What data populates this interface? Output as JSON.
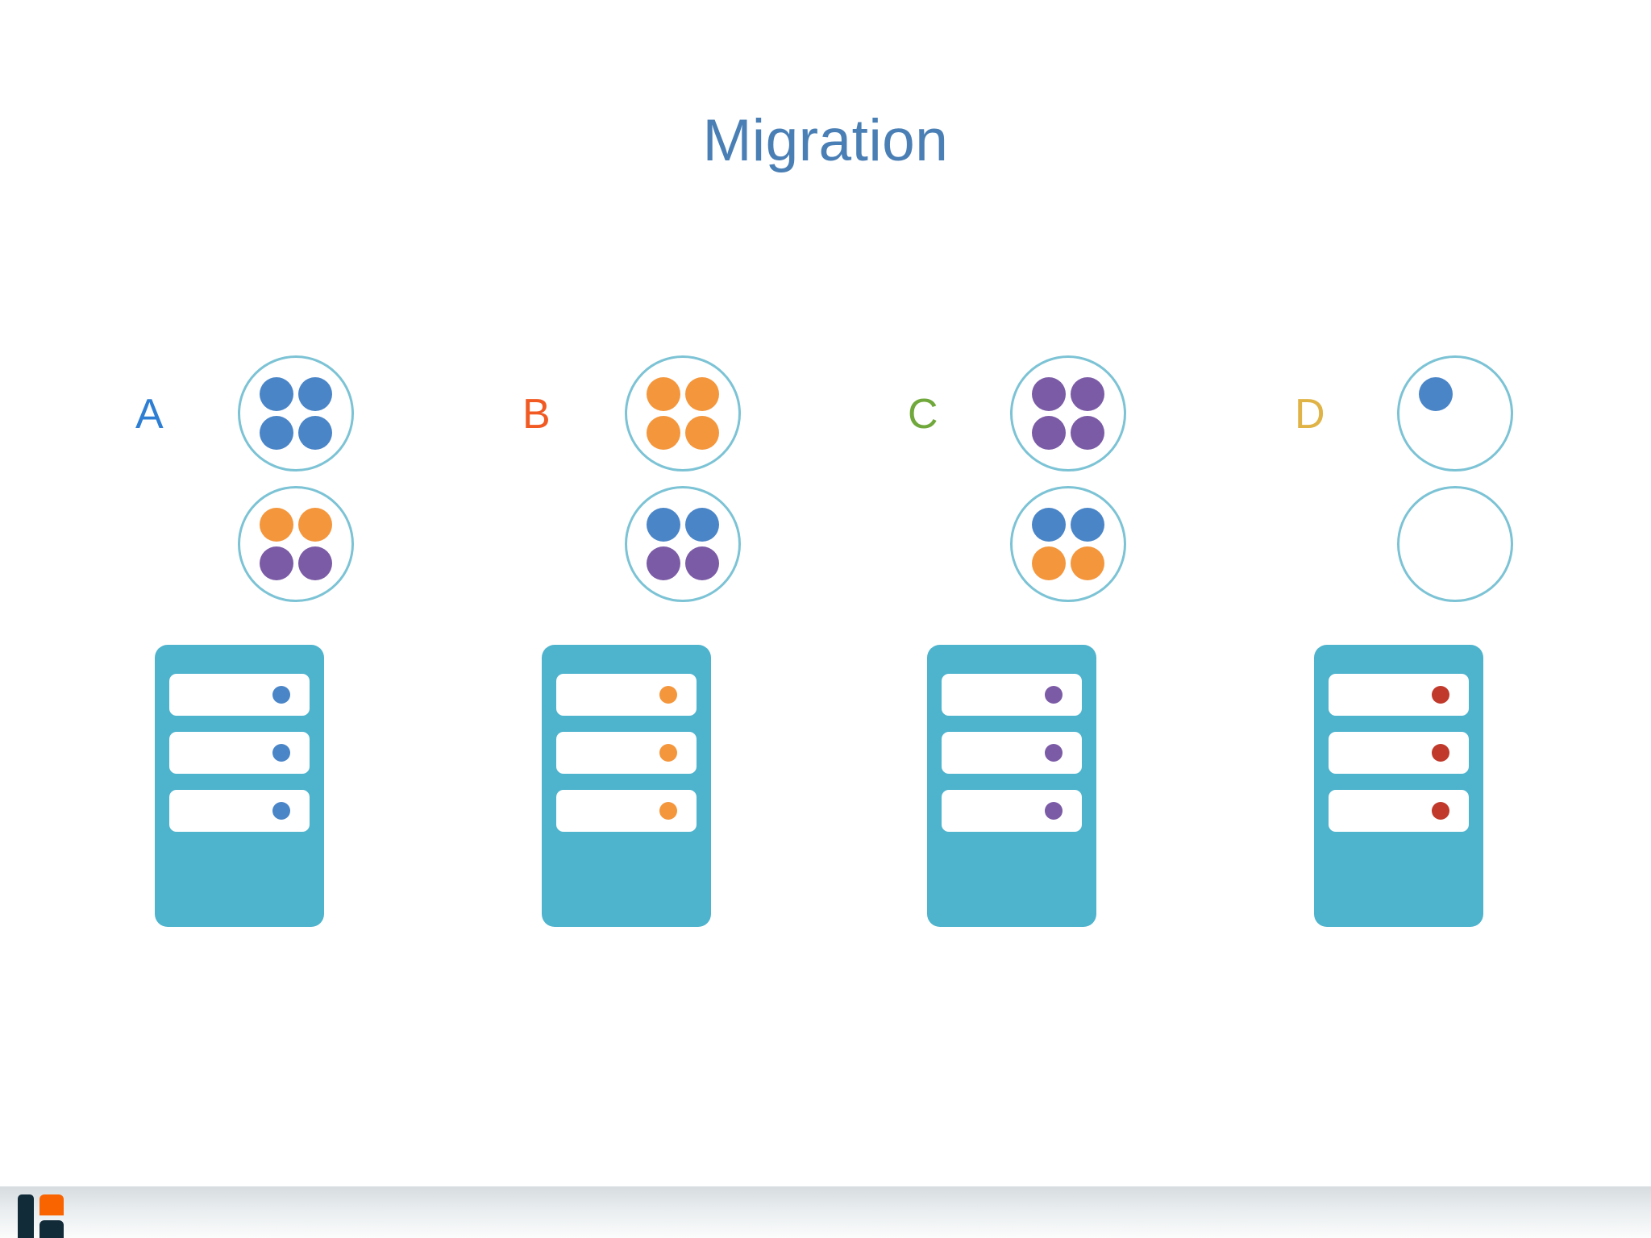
{
  "slide": {
    "title": "Migration",
    "title_color": "#4a7fb5",
    "background": "#ffffff"
  },
  "palette": {
    "blue": "#4a85c8",
    "orange": "#f4963c",
    "purple": "#7b5ba6",
    "red": "#c0392b",
    "teal_body": "#4eb3cd",
    "ring": "#7cc3d5",
    "label_blue": "#2e7fd4",
    "label_orange": "#f15a22",
    "label_green": "#70a83c",
    "label_gold": "#e0b347"
  },
  "groups": [
    {
      "label": "A",
      "label_color": "#2e7fd4",
      "clusters": [
        {
          "name": "cluster-top",
          "dots": [
            "blue",
            "blue",
            "blue",
            "blue"
          ]
        },
        {
          "name": "cluster-bottom",
          "dots": [
            "orange",
            "orange",
            "purple",
            "purple"
          ]
        }
      ],
      "server": {
        "slot_count": 3,
        "led_color": "red_none",
        "led": "blue"
      }
    },
    {
      "label": "B",
      "label_color": "#f15a22",
      "clusters": [
        {
          "name": "cluster-top",
          "dots": [
            "orange",
            "orange",
            "orange",
            "orange"
          ]
        },
        {
          "name": "cluster-bottom",
          "dots": [
            "blue",
            "blue",
            "purple",
            "purple"
          ]
        }
      ],
      "server": {
        "slot_count": 3,
        "led": "orange"
      }
    },
    {
      "label": "C",
      "label_color": "#70a83c",
      "clusters": [
        {
          "name": "cluster-top",
          "dots": [
            "purple",
            "purple",
            "purple",
            "purple"
          ]
        },
        {
          "name": "cluster-bottom",
          "dots": [
            "blue",
            "blue",
            "orange",
            "orange"
          ]
        }
      ],
      "server": {
        "slot_count": 3,
        "led": "purple"
      }
    },
    {
      "label": "D",
      "label_color": "#e0b347",
      "clusters": [
        {
          "name": "cluster-top",
          "dots": [
            "blue",
            "empty",
            "empty",
            "empty"
          ]
        },
        {
          "name": "cluster-bottom",
          "dots": [
            "empty",
            "empty",
            "empty",
            "empty"
          ]
        }
      ],
      "server": {
        "slot_count": 3,
        "led": "red"
      }
    }
  ],
  "footer": {
    "logo_name": "company-logo",
    "logo_orange": "#fa6400",
    "logo_dark": "#122b39"
  }
}
